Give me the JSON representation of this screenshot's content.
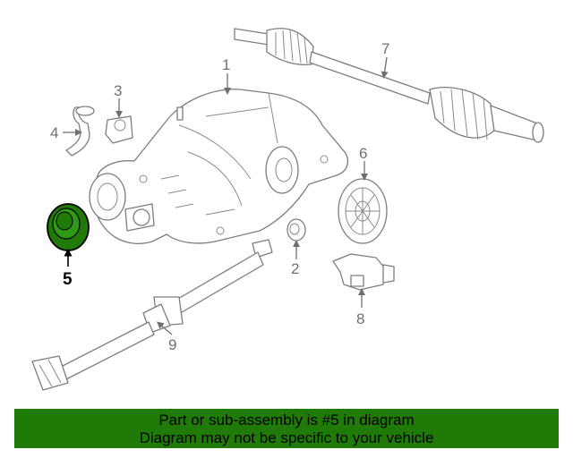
{
  "diagram": {
    "callouts": [
      {
        "id": "1",
        "label": "1"
      },
      {
        "id": "2",
        "label": "2"
      },
      {
        "id": "3",
        "label": "3"
      },
      {
        "id": "4",
        "label": "4"
      },
      {
        "id": "5",
        "label": "5",
        "highlighted": true
      },
      {
        "id": "6",
        "label": "6"
      },
      {
        "id": "7",
        "label": "7"
      },
      {
        "id": "8",
        "label": "8"
      },
      {
        "id": "9",
        "label": "9"
      }
    ],
    "highlight_color": "#1f7a08",
    "line_color": "#7d7d7d"
  },
  "banner": {
    "line1": "Part or sub-assembly is #5 in diagram",
    "line2": "Diagram may not be specific to your vehicle",
    "background": "#1f7a08"
  }
}
